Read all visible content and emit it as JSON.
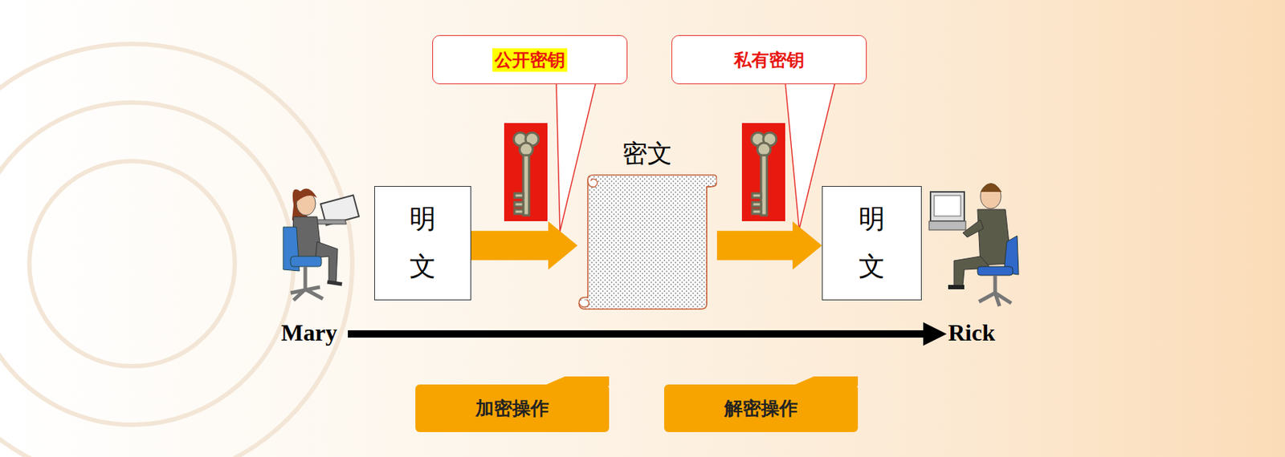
{
  "diagram": {
    "nodes": [
      {
        "text": [
          "公开密钥"
        ]
      },
      {
        "text": [
          "私有密钥"
        ]
      },
      {
        "text": [
          "明文"
        ]
      },
      {
        "text": [
          "密文"
        ]
      },
      {
        "text": [
          "明文"
        ]
      },
      {
        "text": [
          "加密操作"
        ]
      },
      {
        "text": [
          "解密操作"
        ]
      }
    ],
    "edges": [
      {
        "from": 2,
        "to": 3,
        "arrow": "to"
      },
      {
        "from": 3,
        "to": 4,
        "arrow": "to"
      }
    ],
    "labels": [
      "Mary",
      "Rick"
    ]
  }
}
